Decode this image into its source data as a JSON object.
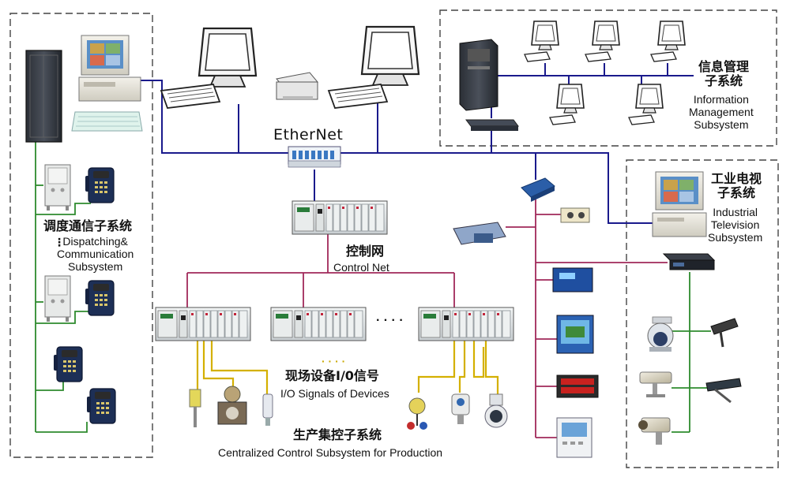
{
  "colors": {
    "ethernet": "#1a1a8c",
    "control_net": "#a0285a",
    "field_io": "#d4b000",
    "subsystem_link": "#2e8b2e",
    "boundary": "#444444"
  },
  "labels": {
    "ethernet": "EtherNet",
    "info_zh": "信息管理\n子系统",
    "info_en": "Information\nManagement\nSubsystem",
    "tv_zh": "工业电视\n子系统",
    "tv_en": "Industrial\nTelevision\nSubsystem",
    "dispatch_zh": "调度通信子系统",
    "dispatch_en": "Dispatching&\nCommunication\nSubsystem",
    "control_net_zh": "控制网",
    "control_net_en": "Control Net",
    "io_zh": "现场设备I/0信号",
    "io_en": "I/O Signals of Devices",
    "production_zh": "生产集控子系统",
    "production_en": "Centralized Control Subsystem for Production",
    "ellipsis_mid": "· · · ·",
    "ellipsis_io": "· · · ·",
    "ellipsis_dispatch": "⋮"
  },
  "icons": [
    "server-rack-icon",
    "dispatch-workstation-icon",
    "keyboard-icon",
    "telephone-junction-icon",
    "mine-telephone-icon",
    "ethernet-switch-icon",
    "plc-rack-icon",
    "monitor-icon",
    "printer-icon",
    "tower-server-icon",
    "network-router-icon",
    "monitoring-workstation-icon",
    "video-server-icon",
    "dome-camera-icon",
    "bullet-camera-icon",
    "level-sensor-icon",
    "valve-icon",
    "flow-meter-icon",
    "instrument-display-icon"
  ]
}
